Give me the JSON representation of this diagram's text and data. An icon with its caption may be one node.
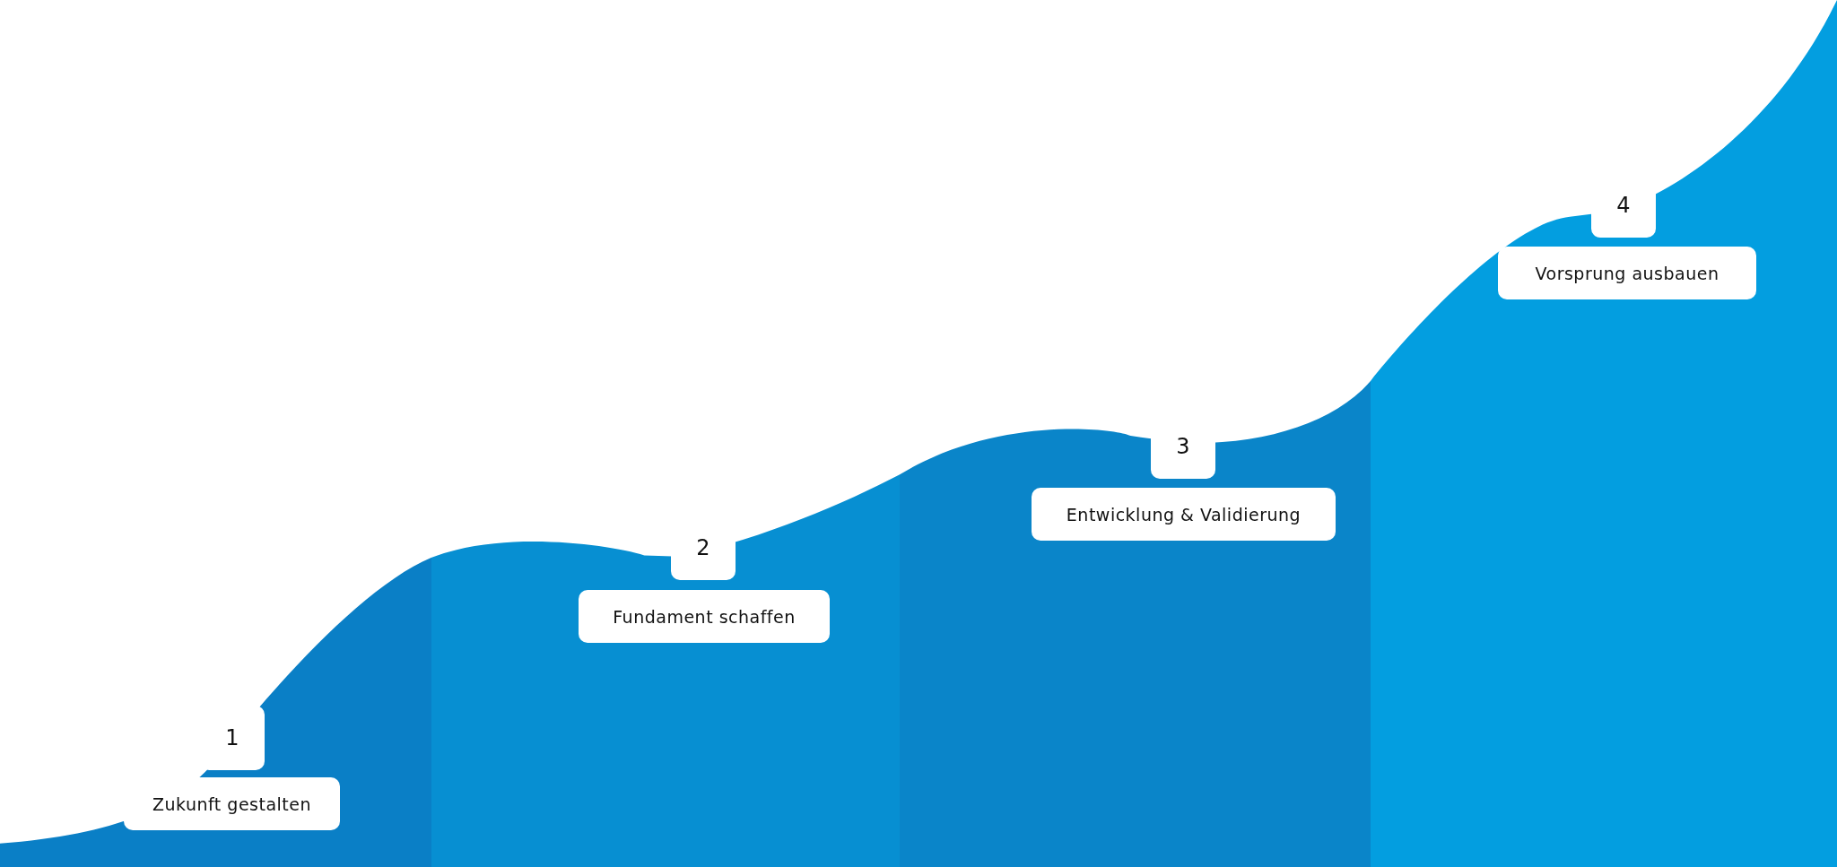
{
  "diagram": {
    "nodes": [
      {
        "text": [
          "1"
        ]
      },
      {
        "text": [
          "Zukunft gestalten"
        ]
      },
      {
        "text": [
          "2"
        ]
      },
      {
        "text": [
          "Fundament schaffen"
        ]
      },
      {
        "text": [
          "3"
        ]
      },
      {
        "text": [
          "Entwicklung & Validierung"
        ]
      },
      {
        "text": [
          "4"
        ]
      },
      {
        "text": [
          "Vorsprung ausbauen"
        ]
      }
    ]
  }
}
